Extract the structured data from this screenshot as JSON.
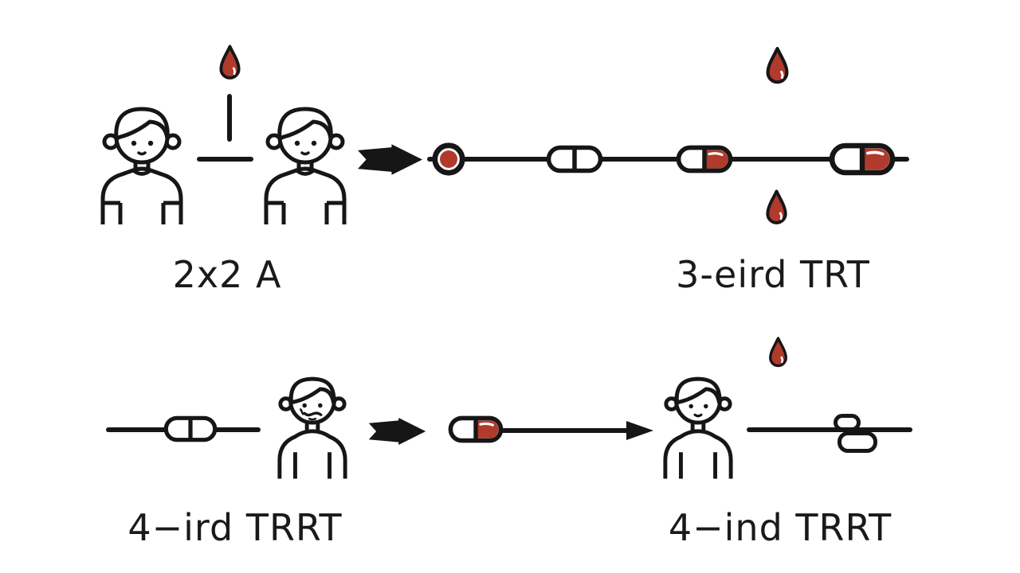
{
  "colors": {
    "blood_red": "#b03a2b",
    "outline": "#161616",
    "background": "#ffffff",
    "text": "#1a1a1a"
  },
  "labels": {
    "top_left": "2x2 A",
    "top_right": "3-eird TRT",
    "bottom_left": "4−ird TRRT",
    "bottom_right": "4−ind TRRT"
  },
  "icons": {
    "person": "outlined person bust with t-shirt",
    "person_sweater": "outlined person bust with sweater",
    "person_mustache": "outlined older person bust with mustache",
    "blood_drop": "red blood drop",
    "capsule_white": "white capsule pill with divider",
    "capsule_half_red": "capsule pill with red right half",
    "red_dot_marker": "red filled circle marker on timeline",
    "solid_arrow": "solid black arrow pointing right",
    "thin_arrow": "thin line arrow pointing right",
    "pill_stack": "two stacked white oval pills"
  }
}
